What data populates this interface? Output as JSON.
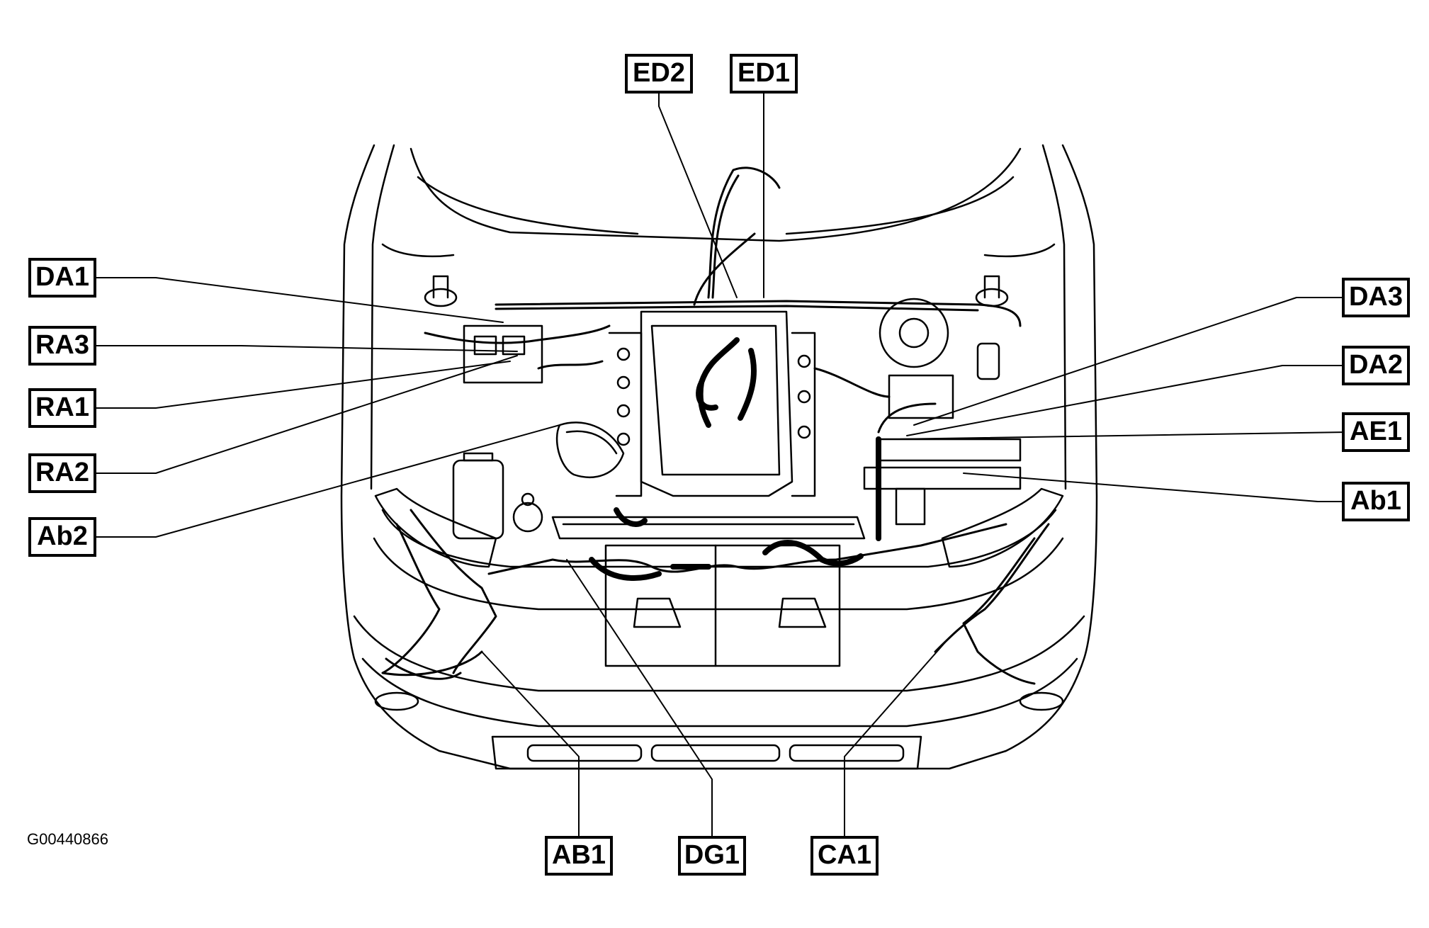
{
  "figure_id": "G00440866",
  "connector_labels": {
    "ED2": "ED2",
    "ED1": "ED1",
    "DA1": "DA1",
    "RA3": "RA3",
    "RA1": "RA1",
    "RA2": "RA2",
    "Ab2": "Ab2",
    "DA3": "DA3",
    "DA2": "DA2",
    "AE1": "AE1",
    "Ab1": "Ab1",
    "AB1": "AB1",
    "DG1": "DG1",
    "CA1": "CA1"
  }
}
